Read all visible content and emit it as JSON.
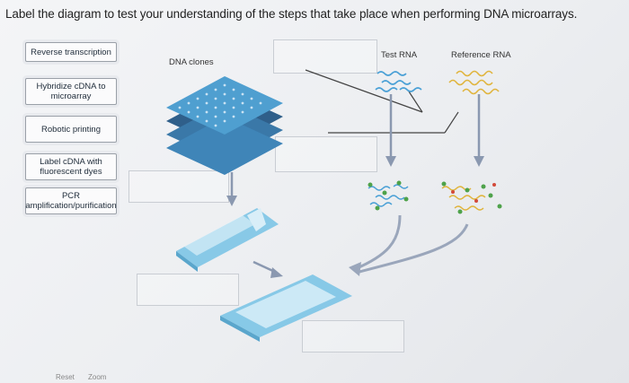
{
  "instruction": "Label the diagram to test your understanding of the steps that take place when performing DNA microarrays.",
  "labels": [
    "Reverse transcription",
    "Hybridize cDNA to microarray",
    "Robotic printing",
    "Label cDNA with fluorescent dyes",
    "PCR amplification/purification"
  ],
  "diagram": {
    "dna_clones": "DNA clones",
    "test_rna": "Test RNA",
    "reference_rna": "Reference RNA"
  },
  "footer": {
    "reset": "Reset",
    "zoom": "Zoom"
  },
  "colors": {
    "arrow": "#8a98b0",
    "plate": "#4f9fd0",
    "slide": "#7cc4e6",
    "test_strand": "#4aa0d6",
    "ref_strand": "#e0b43c",
    "green_dot": "#4ea24a",
    "red_dot": "#d24a3a"
  }
}
